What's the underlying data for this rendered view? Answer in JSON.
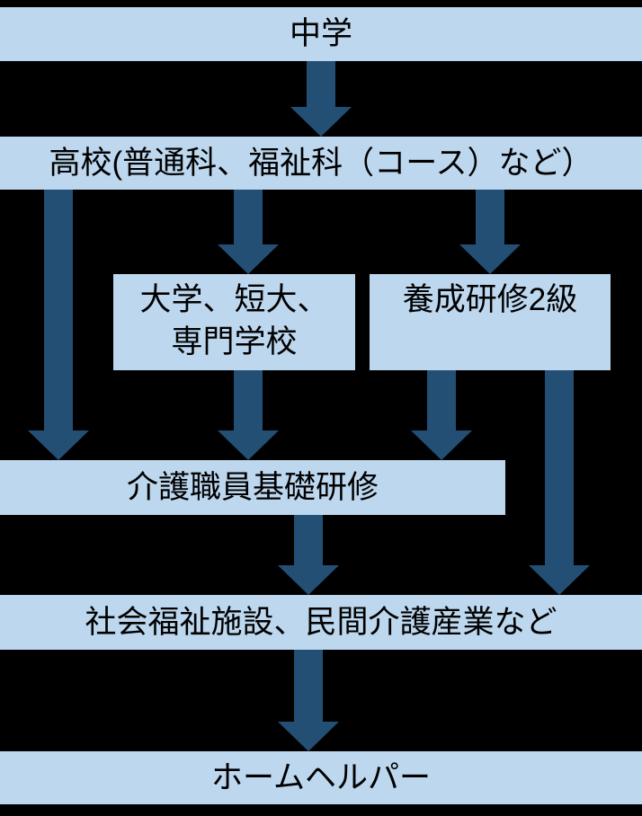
{
  "colors": {
    "background": "#000000",
    "box_fill": "#BDD7EE",
    "arrow_fill": "#234F74",
    "box_text": "#000000"
  },
  "diagram": {
    "type": "flowchart",
    "description": "Career pathway flowchart from junior high school to home helper",
    "nodes": {
      "junior_high": {
        "label": "中学"
      },
      "high_school": {
        "label": "高校(普通科、福祉科（コース）など）"
      },
      "university": {
        "label": "大学、短大、\n専門学校"
      },
      "training_level2": {
        "label": "養成研修2級"
      },
      "basic_training": {
        "label": "介護職員基礎研修"
      },
      "welfare_industry": {
        "label": "社会福祉施設、民間介護産業など"
      },
      "home_helper": {
        "label": "ホームヘルパー"
      }
    },
    "edges": [
      {
        "from": "junior_high",
        "to": "high_school"
      },
      {
        "from": "high_school",
        "to": "basic_training"
      },
      {
        "from": "high_school",
        "to": "university"
      },
      {
        "from": "high_school",
        "to": "training_level2"
      },
      {
        "from": "university",
        "to": "basic_training"
      },
      {
        "from": "training_level2",
        "to": "basic_training"
      },
      {
        "from": "training_level2",
        "to": "welfare_industry"
      },
      {
        "from": "basic_training",
        "to": "welfare_industry"
      },
      {
        "from": "welfare_industry",
        "to": "home_helper"
      }
    ]
  }
}
